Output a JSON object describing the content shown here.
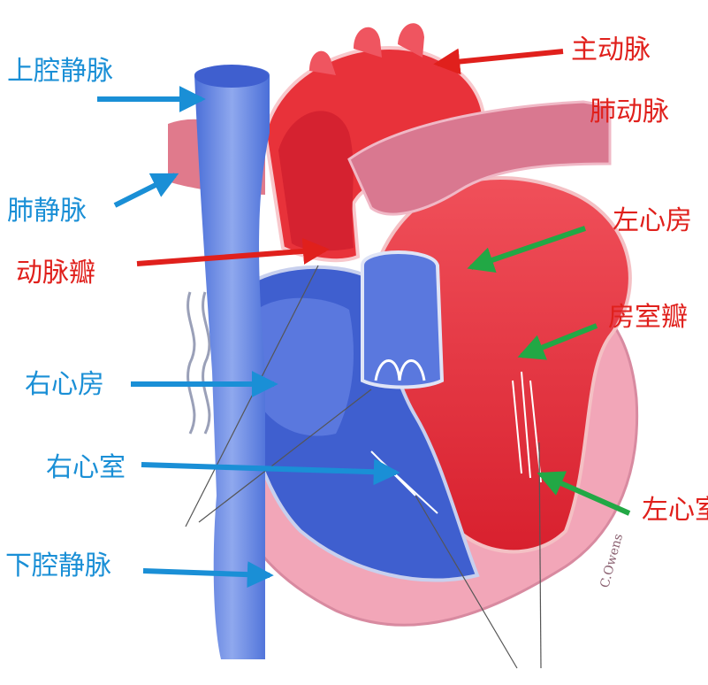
{
  "labels": {
    "superior_vena_cava": "上腔静脉",
    "pulmonary_vein": "肺静脉",
    "arterial_valve": "动脉瓣",
    "right_atrium": "右心房",
    "right_ventricle": "右心室",
    "inferior_vena_cava": "下腔静脉",
    "aorta": "主动脉",
    "pulmonary_artery": "肺动脉",
    "left_atrium": "左心房",
    "atrioventricular_valve": "房室瓣",
    "left_ventricle": "左心室"
  },
  "signature": "C.Owens",
  "colors": {
    "blue_label": "#1a8fd6",
    "red_label": "#e0201c",
    "green_arrow": "#22a845",
    "blue_vessel": "#6f8fe0",
    "red_vessel": "#e8323a",
    "muscle_pink": "#f2a6b8"
  }
}
